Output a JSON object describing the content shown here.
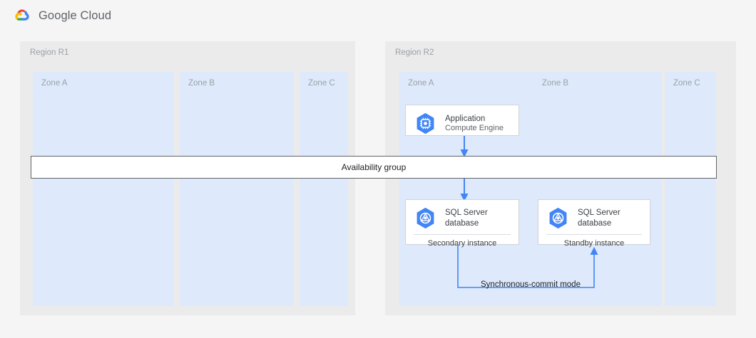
{
  "header": {
    "logo_icon": "google-cloud-logo-icon",
    "wordmark": "Google Cloud"
  },
  "colors": {
    "page_background": "#f5f5f5",
    "region_background": "#ebebeb",
    "zone_background": "#deeafb",
    "card_background": "#ffffff",
    "card_border": "#d0d3d6",
    "accent_blue": "#4285f4",
    "connector_blue": "#4285f4",
    "label_gray": "#9aa0a6",
    "text_dark": "#202124",
    "bar_border": "#5f6368"
  },
  "regions": [
    {
      "id": "r1",
      "label": "Region R1",
      "zones": [
        {
          "id": "r1-zone-a",
          "label": "Zone A"
        },
        {
          "id": "r1-zone-b",
          "label": "Zone B"
        },
        {
          "id": "r1-zone-c",
          "label": "Zone C"
        }
      ]
    },
    {
      "id": "r2",
      "label": "Region R2",
      "zones": [
        {
          "id": "r2-zone-a",
          "label": "Zone A"
        },
        {
          "id": "r2-zone-b",
          "label": "Zone B"
        },
        {
          "id": "r2-zone-c",
          "label": "Zone C"
        }
      ]
    }
  ],
  "nodes": {
    "application": {
      "icon": "compute-engine-icon",
      "title": "Application",
      "subtitle": "Compute Engine",
      "zone": "r2-zone-a"
    },
    "sql_secondary": {
      "icon": "sql-server-database-icon",
      "title": "SQL Server\ndatabase",
      "footer": "Secondary instance",
      "zone": "r2-zone-a"
    },
    "sql_standby": {
      "icon": "sql-server-database-icon",
      "title": "SQL Server\ndatabase",
      "footer": "Standby instance",
      "zone": "r2-zone-b"
    }
  },
  "availability_group": {
    "label": "Availability group"
  },
  "connectors": {
    "app_to_ag": {
      "style": "arrow-down",
      "color": "#4285f4"
    },
    "ag_to_sql": {
      "style": "arrow-down",
      "color": "#4285f4"
    },
    "replication": {
      "label": "Synchronous-commit mode",
      "style": "arrow-up",
      "color": "#4285f4"
    }
  }
}
